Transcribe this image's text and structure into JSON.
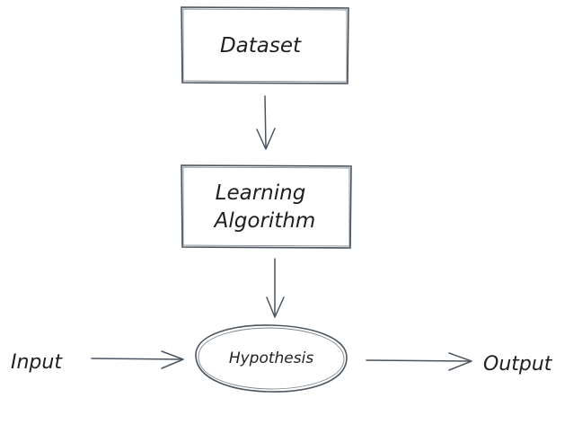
{
  "nodes": {
    "dataset": "Dataset",
    "learning_algorithm_line1": "Learning",
    "learning_algorithm_line2": "Algorithm",
    "hypothesis": "Hypothesis",
    "input": "Input",
    "output": "Output"
  },
  "colors": {
    "stroke": "#4b555f",
    "text": "#1f1f1f",
    "background": "#ffffff"
  }
}
